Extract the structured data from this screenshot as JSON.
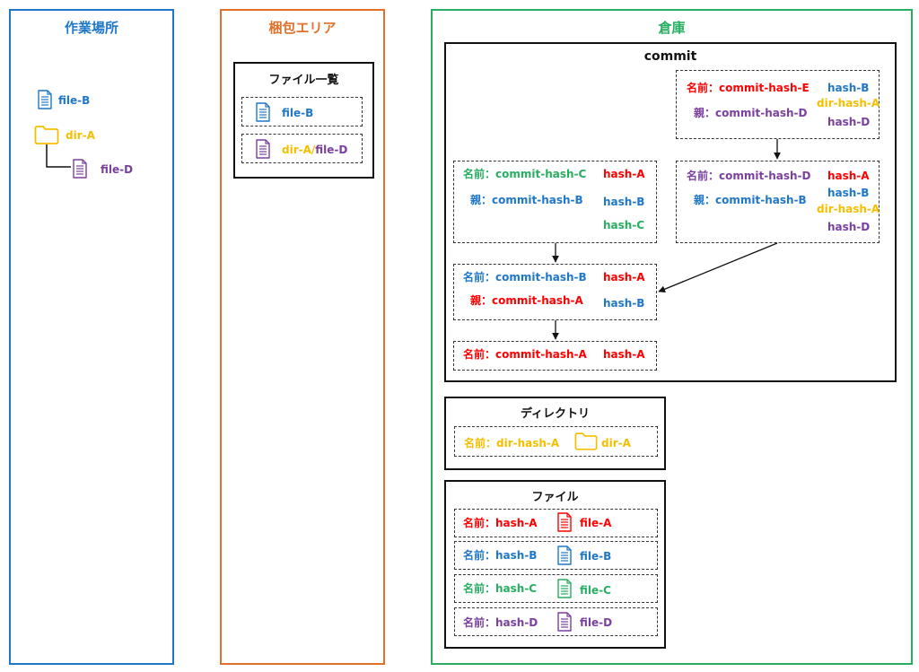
{
  "colors": {
    "work_border": "#1f77c9",
    "staging_border": "#e0702a",
    "repo_border": "#27ae60",
    "red": "#ff0000",
    "blue": "#1f77c9",
    "green": "#27ae60",
    "purple": "#7b3fa0",
    "yellow": "#f5bf00"
  },
  "work_area": {
    "title": "作業場所",
    "items": [
      {
        "icon": "document-icon",
        "label": "file-B"
      },
      {
        "icon": "folder-icon",
        "label": "dir-A"
      },
      {
        "icon": "document-icon",
        "label": "file-D"
      }
    ]
  },
  "staging_area": {
    "title": "梱包エリア",
    "list_title": "ファイル一覧",
    "files": [
      {
        "icon": "document-icon",
        "label": "file-B"
      },
      {
        "icon": "document-icon",
        "label_dir": "dir-A/",
        "label_file": "file-D"
      }
    ]
  },
  "repository": {
    "title": "倉庫",
    "commit": {
      "title": "commit",
      "nodes": {
        "E": {
          "name": "名前：commit-hash-E",
          "parent": "親：commit-hash-D",
          "refs": [
            "hash-B",
            "dir-hash-A",
            "hash-D"
          ]
        },
        "D": {
          "name": "名前：commit-hash-D",
          "parent": "親：commit-hash-B",
          "refs": [
            "hash-A",
            "hash-B",
            "dir-hash-A",
            "hash-D"
          ]
        },
        "C": {
          "name": "名前：commit-hash-C",
          "parent": "親：commit-hash-B",
          "refs": [
            "hash-A",
            "hash-B",
            "hash-C"
          ]
        },
        "B": {
          "name": "名前：commit-hash-B",
          "parent": "親：commit-hash-A",
          "refs": [
            "hash-A",
            "hash-B"
          ]
        },
        "A": {
          "name": "名前：commit-hash-A",
          "refs": [
            "hash-A"
          ]
        }
      }
    },
    "directory": {
      "title": "ディレクトリ",
      "name": "名前：dir-hash-A",
      "label": "dir-A"
    },
    "files": {
      "title": "ファイル",
      "rows": [
        {
          "name": "名前：hash-A",
          "label": "file-A"
        },
        {
          "name": "名前：hash-B",
          "label": "file-B"
        },
        {
          "name": "名前：hash-C",
          "label": "file-C"
        },
        {
          "name": "名前：hash-D",
          "label": "file-D"
        }
      ]
    }
  }
}
